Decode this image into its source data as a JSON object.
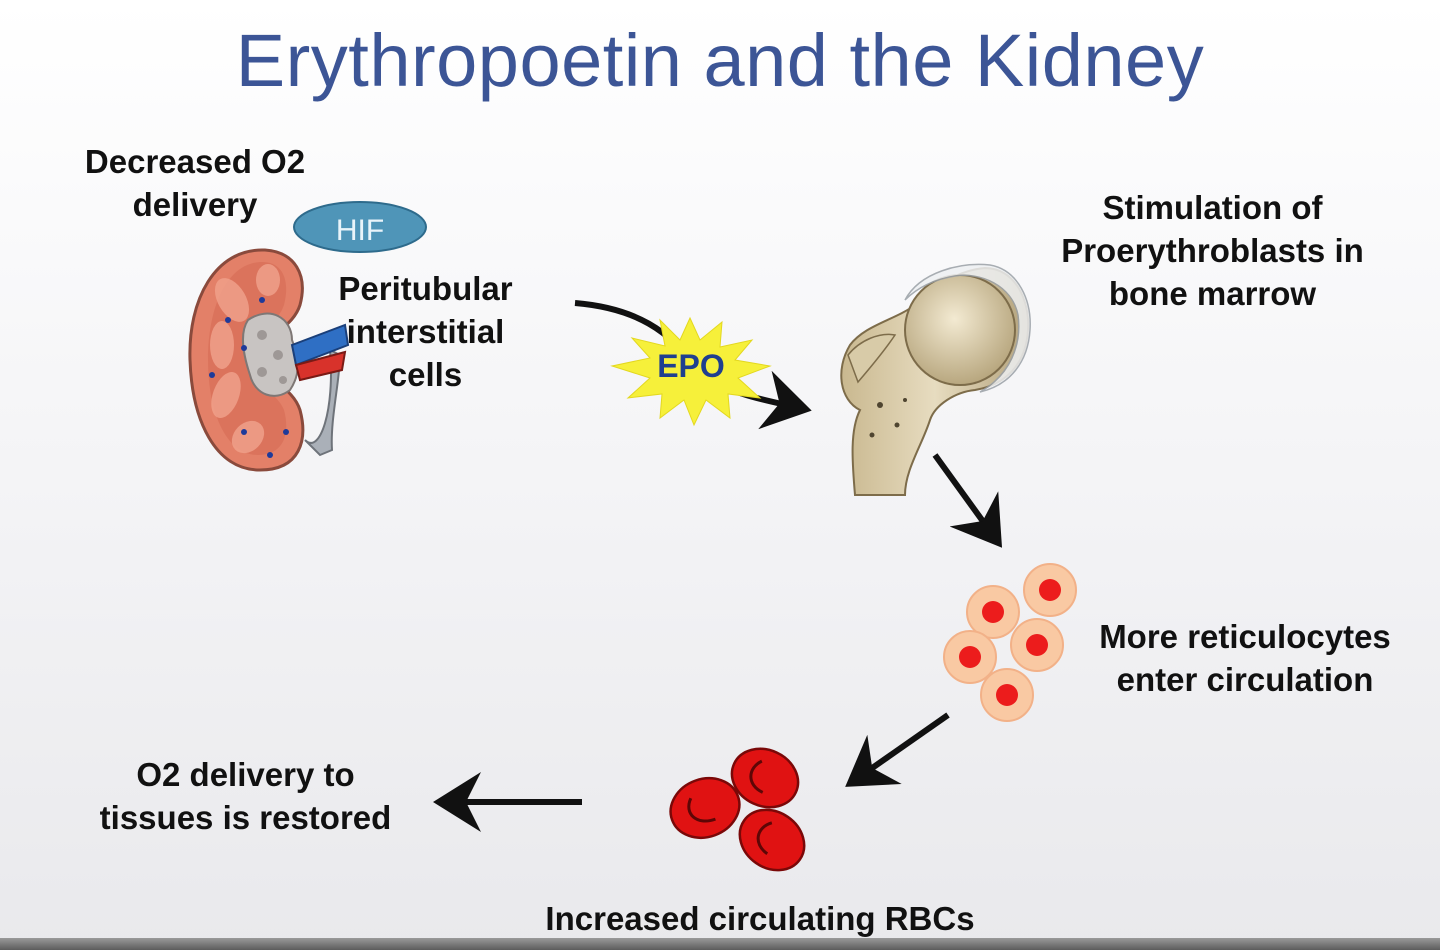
{
  "title": "Erythropoetin and the Kidney",
  "labels": {
    "decreased_o2": [
      "Decreased O2",
      "delivery"
    ],
    "hif": "HIF",
    "peritubular": [
      "Peritubular",
      "interstitial",
      "cells"
    ],
    "epo": "EPO",
    "stimulation": [
      "Stimulation of",
      "Proerythroblasts in",
      "bone marrow"
    ],
    "reticulocytes": [
      "More reticulocytes",
      "enter circulation"
    ],
    "rbcs": "Increased circulating RBCs",
    "o2_restored": [
      "O2 delivery to",
      "tissues is restored"
    ]
  },
  "colors": {
    "title": "#3c5596",
    "hif_fill": "#4f95b8",
    "epo_burst": "#f6f03a",
    "epo_text": "#1f3f8f",
    "kidney": "#e07a62",
    "rbc": "#e01212",
    "reticulocyte_outer": "#f9c9a3",
    "reticulocyte_inner": "#ec1c1c",
    "arrow": "#111111"
  }
}
